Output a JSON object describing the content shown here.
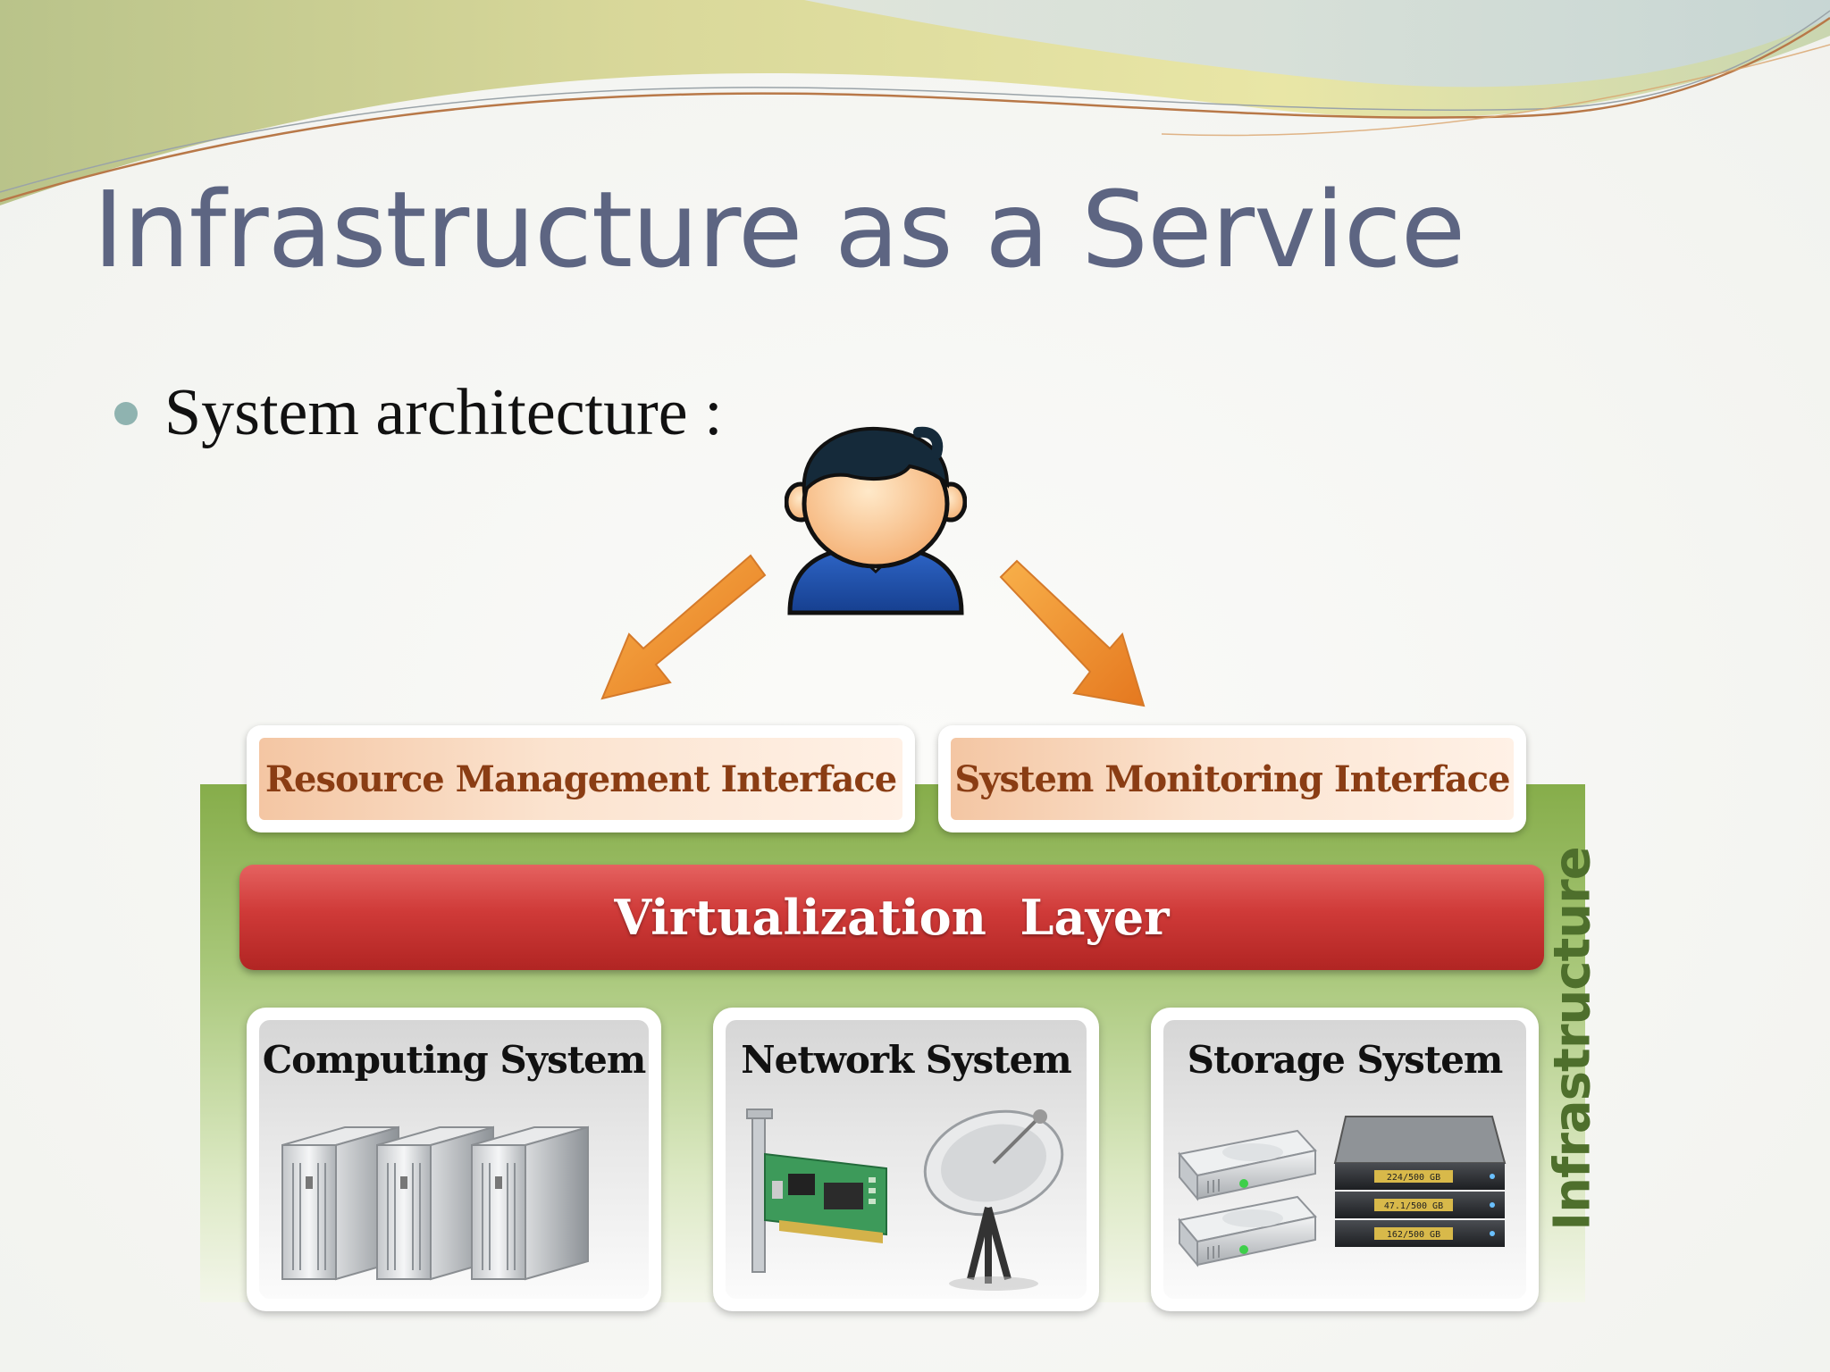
{
  "slide": {
    "title": "Infrastructure as a Service",
    "bullet": "System architecture :"
  },
  "diagram": {
    "interfaces": [
      {
        "label": "Resource Management Interface"
      },
      {
        "label": "System Monitoring Interface"
      }
    ],
    "virtualization_layer": "Virtualization  Layer",
    "systems": [
      {
        "label": "Computing System",
        "icon": "server-towers-icon"
      },
      {
        "label": "Network System",
        "icon": "network-card-and-satellite-dish-icon"
      },
      {
        "label": "Storage System",
        "icon": "disk-drives-and-storage-racks-icon"
      }
    ],
    "infrastructure_label": "Infrastructure",
    "storage_readouts": [
      "224/500 GB",
      "47.1/500 GB",
      "162/500 GB"
    ]
  },
  "colors": {
    "title": "#5d6582",
    "arrows": "#f0932f",
    "virtualization": "#cf3a38",
    "infrastructure": "#86ad4a",
    "interface_text": "#8a3d14"
  }
}
